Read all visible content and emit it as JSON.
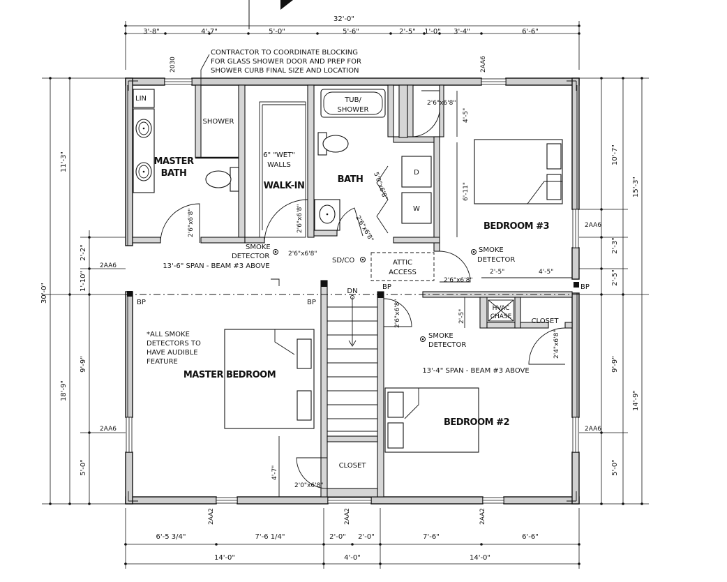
{
  "overall": {
    "width": "32'-0\"",
    "depth": "30'-0\""
  },
  "top_dims": [
    "3'-8\"",
    "4'-7\"",
    "5'-0\"",
    "5'-6\"",
    "2'-5\"",
    "1'-0\"",
    "3'-4\"",
    "6'-6\""
  ],
  "bottom_dims": [
    "6'-5 3/4\"",
    "7'-6 1/4\"",
    "2'-0\"",
    "2'-0\"",
    "7'-6\"",
    "6'-6\""
  ],
  "bottom_totals": [
    "14'-0\"",
    "4'-0\"",
    "14'-0\""
  ],
  "left_dims": {
    "outer_top": "11'-3\"",
    "outer_bottom": "18'-9\"",
    "inner": [
      "2'-2\"",
      "1'-10\"",
      "9'-9\"",
      "5'-0\""
    ]
  },
  "right_dims": {
    "outer_top": "15'-3\"",
    "outer_bottom": "14'-9\"",
    "inner": [
      "10'-7\"",
      "2'-3\"",
      "2'-5\"",
      "9'-9\"",
      "5'-0\""
    ]
  },
  "windows": {
    "w1": "2030",
    "w2": "2AA6",
    "w3": "2AA6",
    "w4": "2AA6",
    "w5": "2AA6",
    "w6": "2AA6",
    "w7": "2AA2",
    "w8": "2AA2",
    "w9": "2AA2"
  },
  "note_contractor": [
    "CONTRACTOR TO COORDINATE BLOCKING",
    "FOR GLASS SHOWER DOOR AND PREP FOR",
    "SHOWER CURB FINAL SIZE AND LOCATION"
  ],
  "note_smoke": [
    "*ALL SMOKE",
    "DETECTORS TO",
    "HAVE AUDIBLE",
    "FEATURE"
  ],
  "rooms": {
    "master_bath": [
      "MASTER",
      "BATH"
    ],
    "walk_in": "WALK-IN",
    "bath": "BATH",
    "bedroom3": "BEDROOM #3",
    "master_bedroom": "MASTER BEDROOM",
    "bedroom2": "BEDROOM #2"
  },
  "labels": {
    "lin": "LIN",
    "shower": "SHOWER",
    "tub": [
      "TUB/",
      "SHOWER"
    ],
    "wet_walls": [
      "6\" \"WET\"",
      "WALLS"
    ],
    "dryer": "D",
    "washer": "W",
    "attic": [
      "ATTIC",
      "ACCESS"
    ],
    "sdco": "SD/CO",
    "smoke1": [
      "SMOKE",
      "DETECTOR"
    ],
    "smoke2": [
      "SMOKE",
      "DETECTOR"
    ],
    "smoke3": [
      "SMOKE",
      "DETECTOR"
    ],
    "dn": "DN",
    "closet1": "CLOSET",
    "closet2": "CLOSET",
    "hvac": [
      "HVAC",
      "CHASE"
    ],
    "beam_top": "13'-6\" SPAN - BEAM #3 ABOVE",
    "beam_bottom": "13'-4\" SPAN - BEAM #3 ABOVE",
    "bp": "BP"
  },
  "doors": {
    "d1": "2'6\"x6'8\"",
    "d2": "2'6\"x6'8\"",
    "d3": "2'6\"x6'8\"",
    "d4": "2'6\"x6'8\"",
    "d5": "2'6\"x6'8\"",
    "d6": "5'0\"x6'8\"",
    "d7": "2'6\"x6'8\"",
    "d8": "2'6\"x6'8\"",
    "d9": "2'4\"x6'8\"",
    "d10": "2'0\"x6'8\""
  },
  "interior_dims": {
    "a": "4'-5\"",
    "b": "6'-11\"",
    "c": "2'-5\"",
    "d": "4'-5\"",
    "e": "2'-5\"",
    "f": "4'-7\""
  }
}
